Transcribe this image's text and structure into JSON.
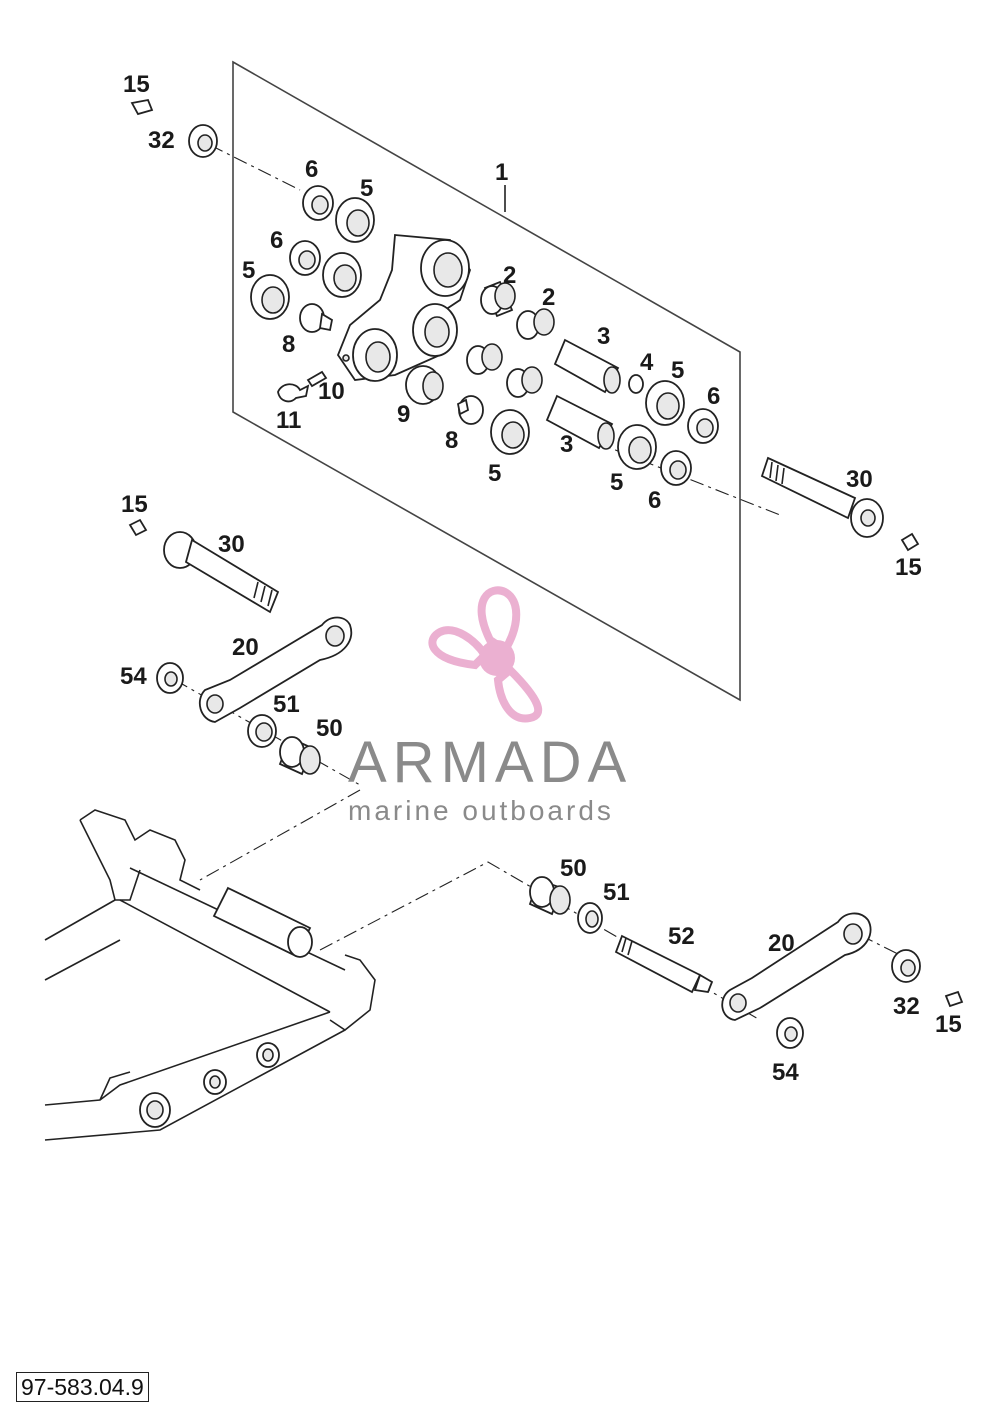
{
  "diagram": {
    "reference_number": "97-583.04.9",
    "watermark": {
      "brand": "ARMADA",
      "tagline": "marine outboards",
      "logo_icon": "propeller-logo-icon",
      "logo_color": "#e8a3c9"
    },
    "callouts": [
      "15",
      "32",
      "6",
      "5",
      "1",
      "6",
      "5",
      "2",
      "2",
      "8",
      "3",
      "10",
      "4",
      "5",
      "11",
      "9",
      "6",
      "8",
      "3",
      "5",
      "5",
      "6",
      "30",
      "15",
      "15",
      "30",
      "20",
      "54",
      "51",
      "50",
      "50",
      "51",
      "52",
      "20",
      "32",
      "15",
      "54"
    ]
  }
}
